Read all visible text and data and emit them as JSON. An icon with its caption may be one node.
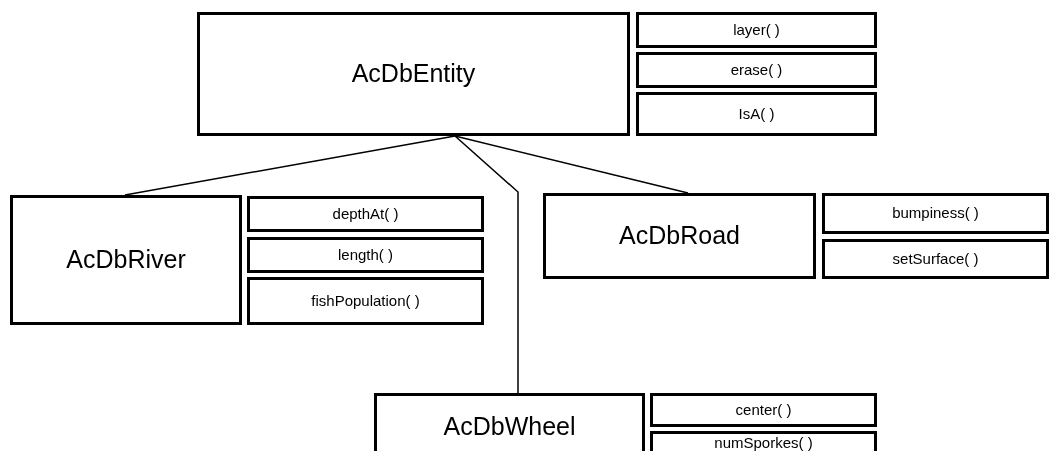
{
  "diagram": {
    "nodes": [
      {
        "text": [
          "AcDbEntity"
        ]
      },
      {
        "text": [
          "layer( )"
        ]
      },
      {
        "text": [
          "erase( )"
        ]
      },
      {
        "text": [
          "IsA( )"
        ]
      },
      {
        "text": [
          "AcDbRiver"
        ]
      },
      {
        "text": [
          "depthAt( )"
        ]
      },
      {
        "text": [
          "length( )"
        ]
      },
      {
        "text": [
          "fishPopulation( )"
        ]
      },
      {
        "text": [
          "AcDbRoad"
        ]
      },
      {
        "text": [
          "bumpiness( )"
        ]
      },
      {
        "text": [
          "setSurface( )"
        ]
      },
      {
        "text": [
          "AcDbWheel"
        ]
      },
      {
        "text": [
          "center( )"
        ]
      },
      {
        "text": [
          "numSporkes( )"
        ]
      }
    ],
    "edges": [
      {
        "from": 0,
        "to": 4,
        "arrow": "none"
      },
      {
        "from": 0,
        "to": 8,
        "arrow": "none"
      },
      {
        "from": 0,
        "to": 11,
        "arrow": "none"
      }
    ]
  }
}
